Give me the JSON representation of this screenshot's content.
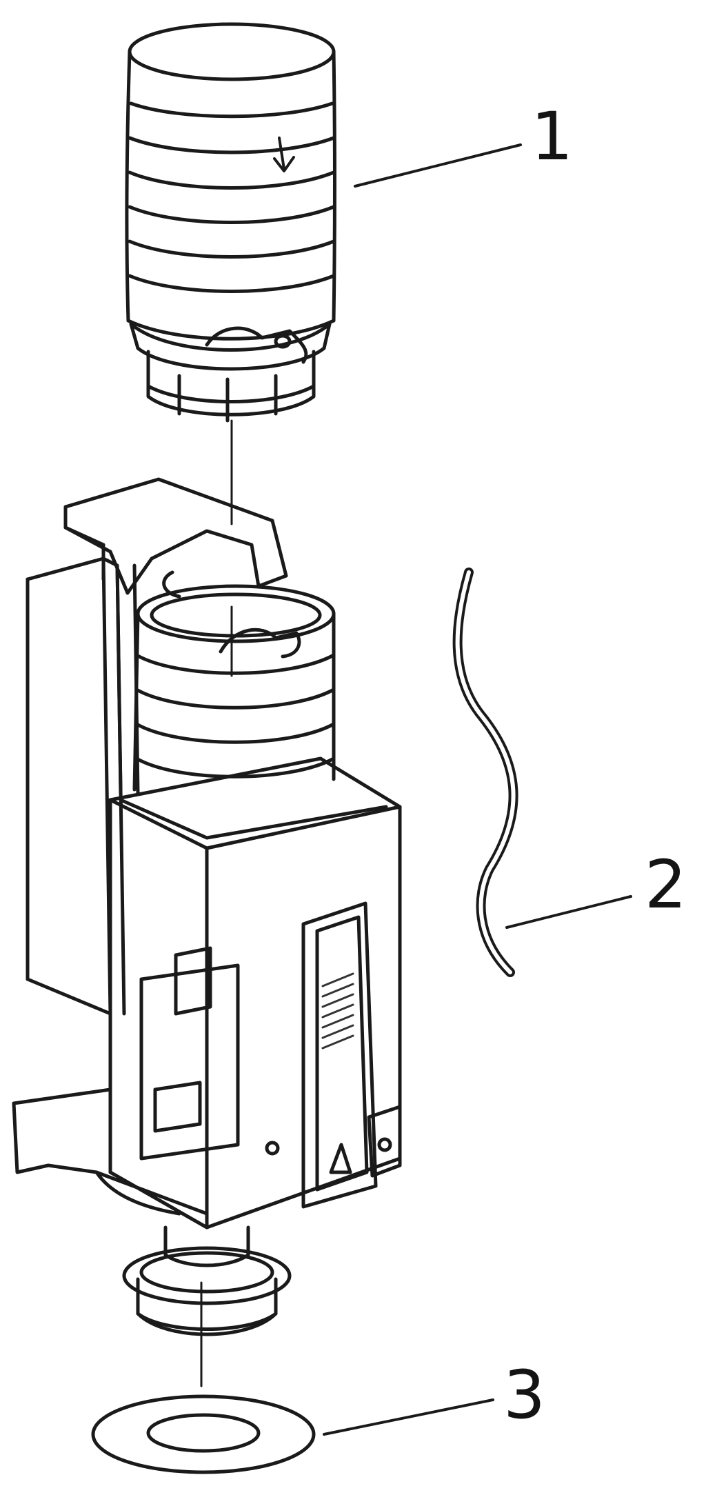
{
  "diagram": {
    "callouts": [
      {
        "id": "1",
        "label": "1"
      },
      {
        "id": "2",
        "label": "2"
      },
      {
        "id": "3",
        "label": "3"
      }
    ],
    "colors": {
      "line": "#1a1a1a",
      "background": "#ffffff",
      "hatch": "#333333"
    }
  }
}
